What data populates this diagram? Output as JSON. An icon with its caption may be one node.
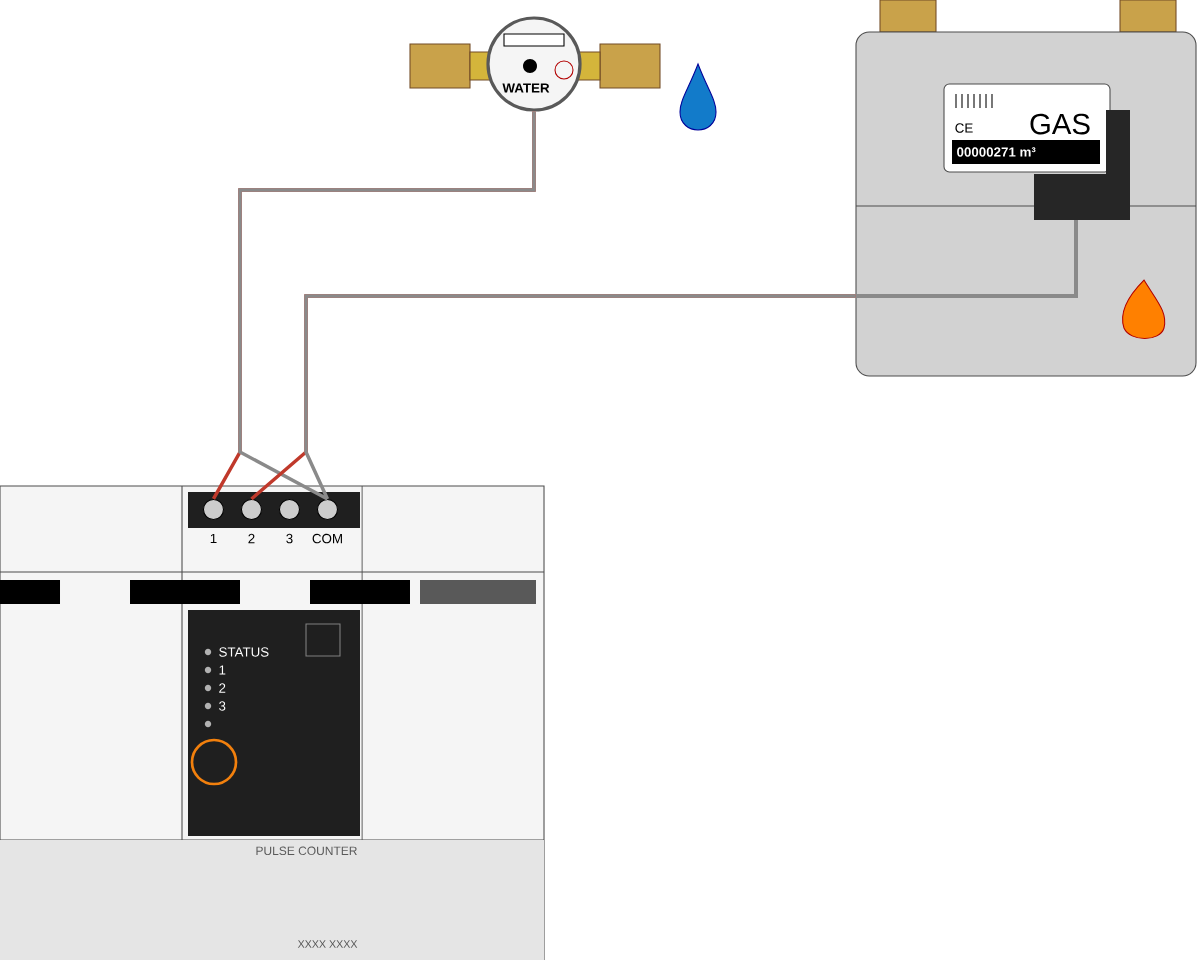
{
  "diagram": {
    "nodes": [
      {
        "text": [
          "WATER"
        ]
      },
      {
        "text": [
          "CE",
          "GAS",
          "00000271 m³"
        ]
      },
      {
        "text": [
          "STATUS",
          "1",
          "2",
          "3",
          "PULSE COUNTER",
          "XXXX XXXX"
        ]
      },
      {
        "text": [
          "1"
        ],
        "in": 2
      },
      {
        "text": [
          "2"
        ],
        "in": 2
      },
      {
        "text": [
          "3"
        ],
        "in": 2
      },
      {
        "text": [
          "COM"
        ],
        "in": 2
      }
    ],
    "edges": [
      {
        "from": 0,
        "to": 3,
        "arrow": "none",
        "color": "#c0392b"
      },
      {
        "from": 0,
        "to": 6,
        "arrow": "none",
        "color": "#8a8a8a"
      },
      {
        "from": 1,
        "to": 4,
        "arrow": "none",
        "color": "#c0392b"
      },
      {
        "from": 1,
        "to": 6,
        "arrow": "none",
        "color": "#8a8a8a"
      }
    ]
  }
}
